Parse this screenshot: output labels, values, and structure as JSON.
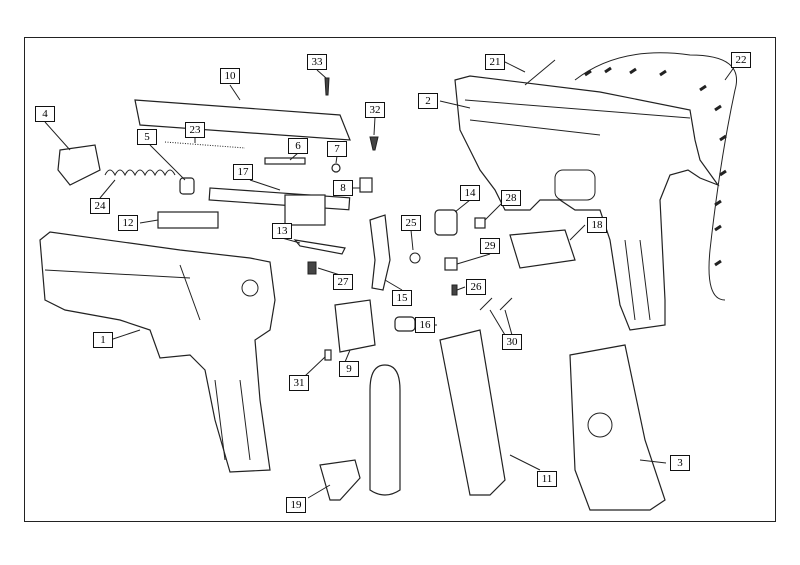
{
  "diagram": {
    "title": "Pistol exploded parts view",
    "part_labels": [
      "1",
      "2",
      "3",
      "4",
      "5",
      "6",
      "7",
      "8",
      "9",
      "10",
      "11",
      "12",
      "13",
      "14",
      "15",
      "16",
      "17",
      "18",
      "19",
      "21",
      "22",
      "23",
      "24",
      "25",
      "26",
      "27",
      "28",
      "29",
      "30",
      "31",
      "32",
      "33"
    ]
  }
}
